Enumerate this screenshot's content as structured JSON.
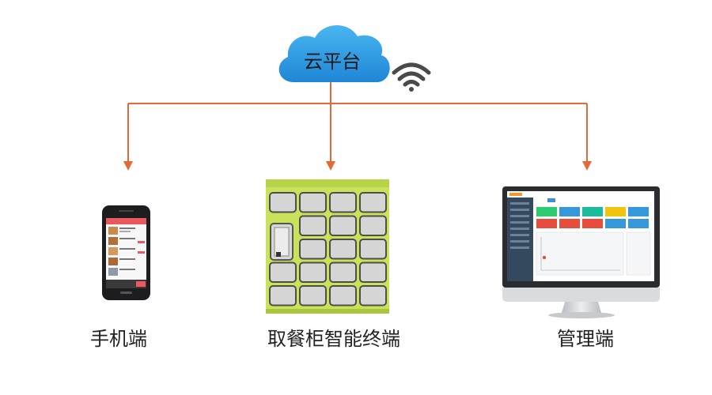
{
  "cloud": {
    "label": "云平台",
    "color": "#2f9be3",
    "icon": "cloud-icon"
  },
  "wifi": {
    "icon": "wifi-icon",
    "color": "#4a4a4a"
  },
  "connector": {
    "color": "#e3683a"
  },
  "nodes": [
    {
      "id": "mobile",
      "label": "手机端",
      "icon": "smartphone-icon"
    },
    {
      "id": "terminal",
      "label": "取餐柜智能终端",
      "icon": "food-locker-icon",
      "cabinet_color": "#c8e35a"
    },
    {
      "id": "admin",
      "label": "管理端",
      "icon": "desktop-monitor-icon"
    }
  ],
  "locker": {
    "columns": 4,
    "rows": 5
  }
}
